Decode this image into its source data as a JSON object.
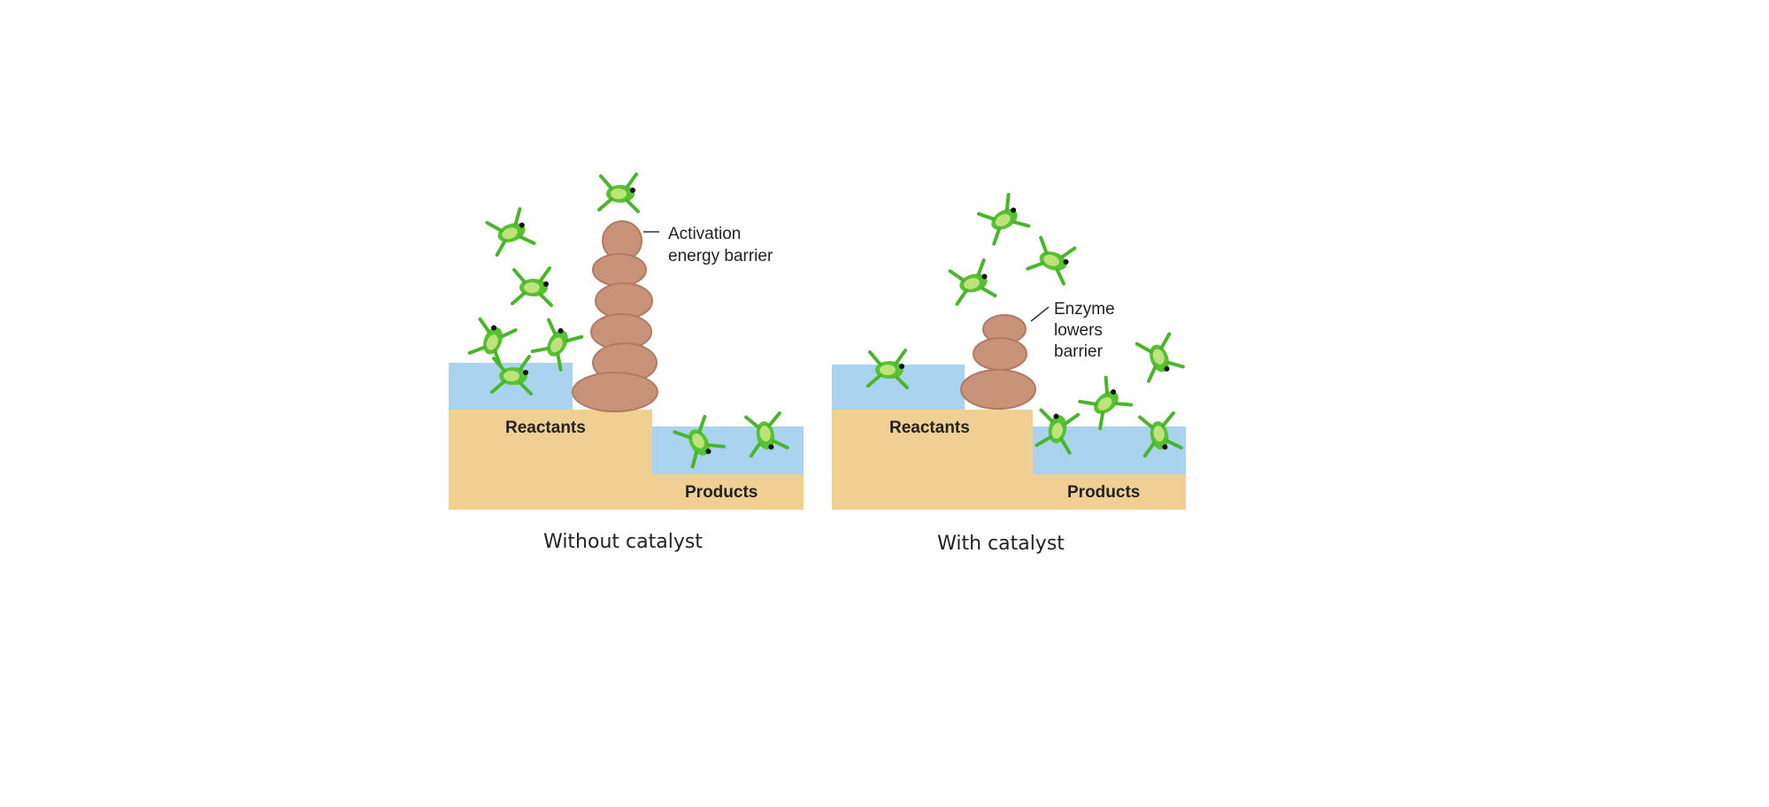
{
  "panels": [
    {
      "caption": "Without catalyst",
      "reactants_label": "Reactants",
      "products_label": "Products",
      "barrier_label_lines": [
        "Activation",
        "energy barrier"
      ]
    },
    {
      "caption": "With catalyst",
      "reactants_label": "Reactants",
      "products_label": "Products",
      "barrier_label_lines": [
        "Enzyme",
        "lowers",
        "barrier"
      ]
    }
  ],
  "colors": {
    "water": "#a9d3ee",
    "sand": "#f1cf93",
    "rock": "#c9937a",
    "frog": "#4ec02e"
  }
}
